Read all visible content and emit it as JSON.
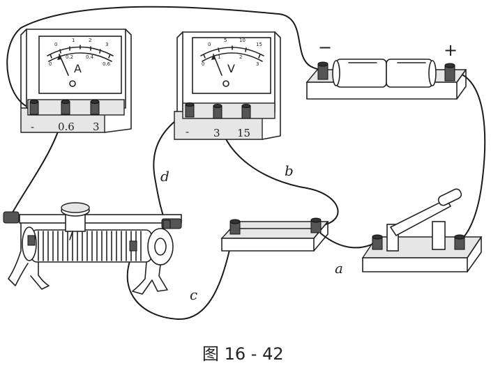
{
  "ammeter": {
    "symbol": "A",
    "scale_top": [
      "0",
      "1",
      "2",
      "3"
    ],
    "scale_bottom": [
      "0",
      "0.2",
      "0.4",
      "0.6"
    ],
    "terminals": [
      "-",
      "0.6",
      "3"
    ]
  },
  "voltmeter": {
    "symbol": "V",
    "scale_top": [
      "0",
      "5",
      "10",
      "15"
    ],
    "scale_bottom": [
      "0",
      "1",
      "2",
      "3"
    ],
    "terminals": [
      "-",
      "3",
      "15"
    ]
  },
  "battery": {
    "negative": "−",
    "positive": "+"
  },
  "wires": {
    "a": "a",
    "b": "b",
    "c": "c",
    "d": "d"
  },
  "caption": "图 16 - 42"
}
